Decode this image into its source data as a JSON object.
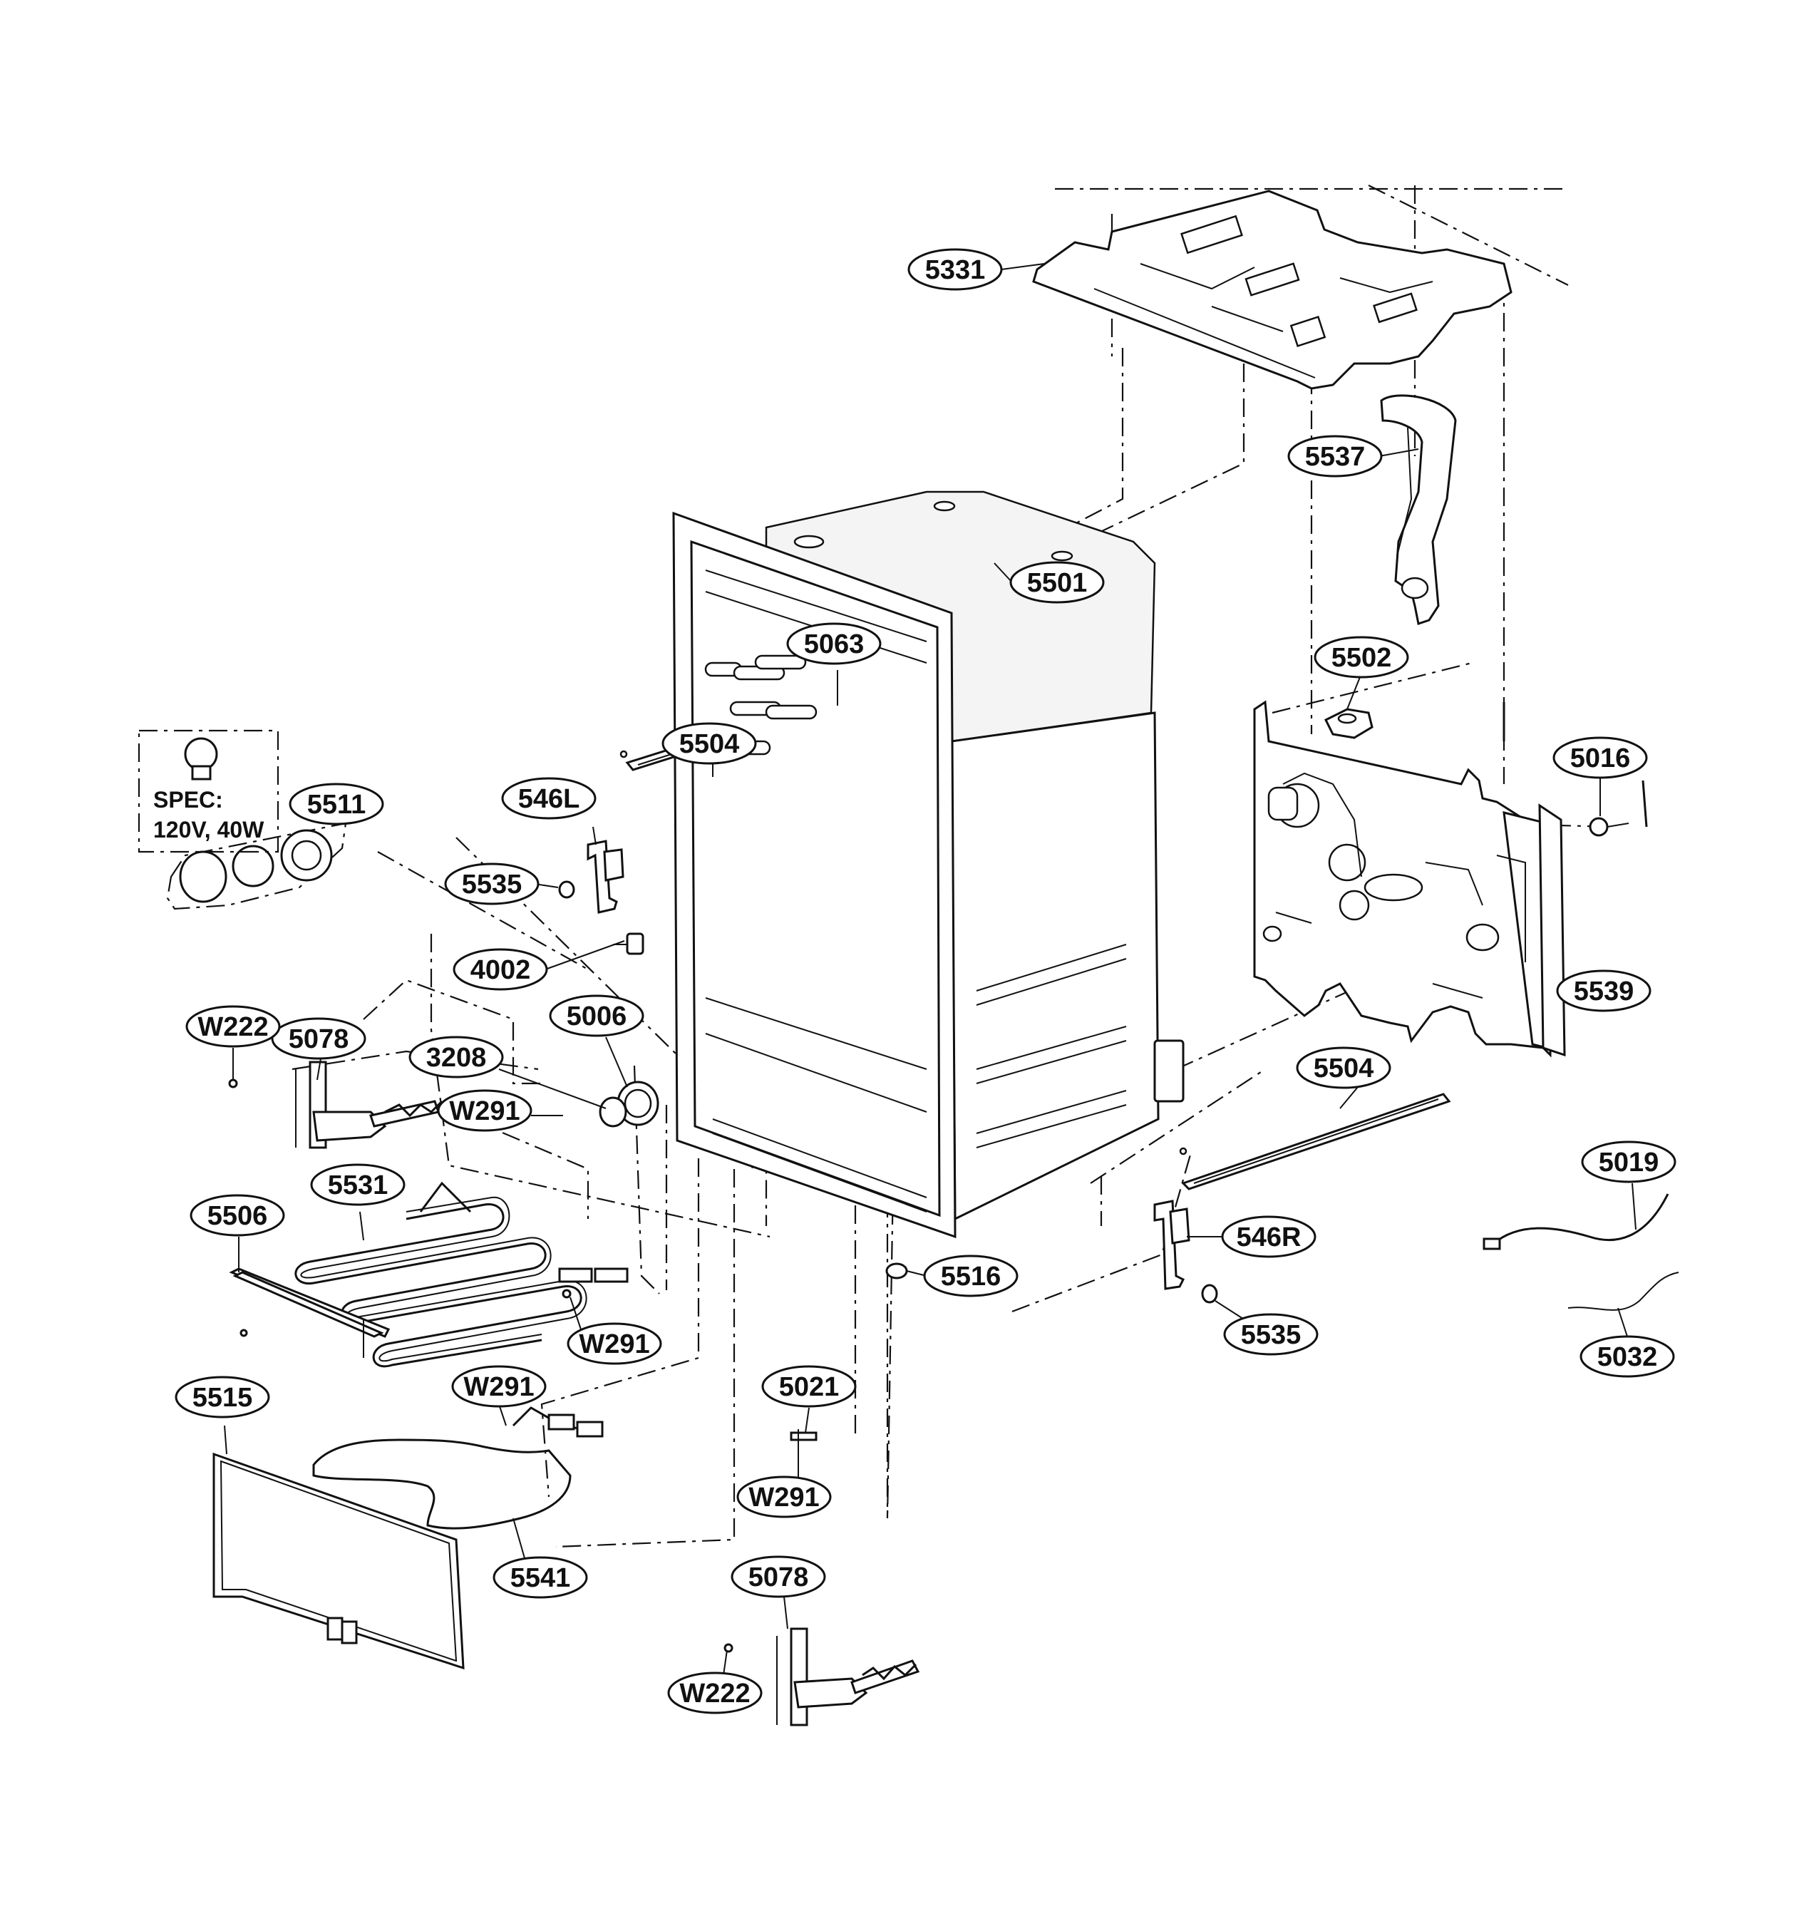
{
  "spec_box": {
    "line1": "SPEC:",
    "line2": "120V, 40W"
  },
  "callouts": [
    {
      "id": "c-5331",
      "label": "5331"
    },
    {
      "id": "c-5537",
      "label": "5537"
    },
    {
      "id": "c-5501",
      "label": "5501"
    },
    {
      "id": "c-5063",
      "label": "5063"
    },
    {
      "id": "c-5502",
      "label": "5502"
    },
    {
      "id": "c-5504-top",
      "label": "5504"
    },
    {
      "id": "c-5016",
      "label": "5016"
    },
    {
      "id": "c-5511",
      "label": "5511"
    },
    {
      "id": "c-546L",
      "label": "546L"
    },
    {
      "id": "c-5535-top",
      "label": "5535"
    },
    {
      "id": "c-4002",
      "label": "4002"
    },
    {
      "id": "c-5539",
      "label": "5539"
    },
    {
      "id": "c-5078-top",
      "label": "5078"
    },
    {
      "id": "c-W222-top",
      "label": "W222"
    },
    {
      "id": "c-5006",
      "label": "5006"
    },
    {
      "id": "c-3208",
      "label": "3208"
    },
    {
      "id": "c-5504-right",
      "label": "5504"
    },
    {
      "id": "c-W291-a",
      "label": "W291"
    },
    {
      "id": "c-5019",
      "label": "5019"
    },
    {
      "id": "c-5531",
      "label": "5531"
    },
    {
      "id": "c-5506",
      "label": "5506"
    },
    {
      "id": "c-546R",
      "label": "546R"
    },
    {
      "id": "c-5516",
      "label": "5516"
    },
    {
      "id": "c-5535-bottom",
      "label": "5535"
    },
    {
      "id": "c-W291-b",
      "label": "W291"
    },
    {
      "id": "c-5032",
      "label": "5032"
    },
    {
      "id": "c-5515",
      "label": "5515"
    },
    {
      "id": "c-5021",
      "label": "5021"
    },
    {
      "id": "c-W291-c",
      "label": "W291"
    },
    {
      "id": "c-W291-d",
      "label": "W291"
    },
    {
      "id": "c-5541",
      "label": "5541"
    },
    {
      "id": "c-5078-bottom",
      "label": "5078"
    },
    {
      "id": "c-W222-bottom",
      "label": "W222"
    }
  ]
}
